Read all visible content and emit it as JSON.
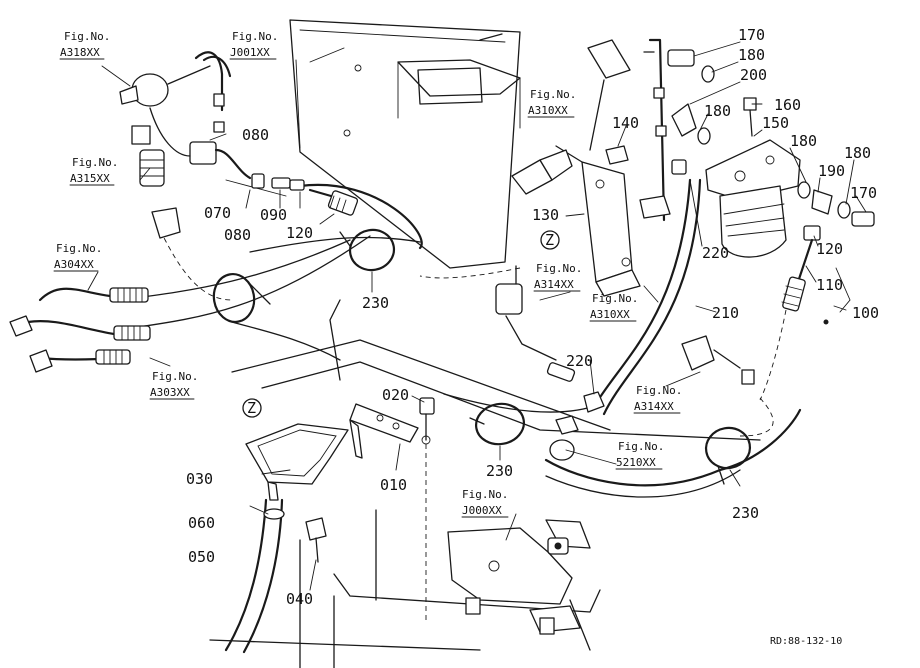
{
  "part_numbers": [
    {
      "id": "p010",
      "text": "010"
    },
    {
      "id": "p020",
      "text": "020"
    },
    {
      "id": "p030",
      "text": "030"
    },
    {
      "id": "p040",
      "text": "040"
    },
    {
      "id": "p050",
      "text": "050"
    },
    {
      "id": "p060",
      "text": "060"
    },
    {
      "id": "p070",
      "text": "070"
    },
    {
      "id": "p080a",
      "text": "080"
    },
    {
      "id": "p080b",
      "text": "080"
    },
    {
      "id": "p090",
      "text": "090"
    },
    {
      "id": "p100",
      "text": "100"
    },
    {
      "id": "p110",
      "text": "110"
    },
    {
      "id": "p120a",
      "text": "120"
    },
    {
      "id": "p120b",
      "text": "120"
    },
    {
      "id": "p130",
      "text": "130"
    },
    {
      "id": "p140",
      "text": "140"
    },
    {
      "id": "p150",
      "text": "150"
    },
    {
      "id": "p160",
      "text": "160"
    },
    {
      "id": "p170a",
      "text": "170"
    },
    {
      "id": "p170b",
      "text": "170"
    },
    {
      "id": "p180a",
      "text": "180"
    },
    {
      "id": "p180b",
      "text": "180"
    },
    {
      "id": "p180c",
      "text": "180"
    },
    {
      "id": "p180d",
      "text": "180"
    },
    {
      "id": "p190",
      "text": "190"
    },
    {
      "id": "p200",
      "text": "200"
    },
    {
      "id": "p210",
      "text": "210"
    },
    {
      "id": "p220a",
      "text": "220"
    },
    {
      "id": "p220b",
      "text": "220"
    },
    {
      "id": "p230a",
      "text": "230"
    },
    {
      "id": "p230b",
      "text": "230"
    },
    {
      "id": "p230c",
      "text": "230"
    }
  ],
  "figure_refs": [
    {
      "id": "A318XX",
      "label": "Fig.No.",
      "code": "A318XX"
    },
    {
      "id": "J001XX",
      "label": "Fig.No.",
      "code": "J001XX"
    },
    {
      "id": "A315XX",
      "label": "Fig.No.",
      "code": "A315XX"
    },
    {
      "id": "A304XX",
      "label": "Fig.No.",
      "code": "A304XX"
    },
    {
      "id": "A303XX",
      "label": "Fig.No.",
      "code": "A303XX"
    },
    {
      "id": "A310XXa",
      "label": "Fig.No.",
      "code": "A310XX"
    },
    {
      "id": "A310XXb",
      "label": "Fig.No.",
      "code": "A310XX"
    },
    {
      "id": "A314XXa",
      "label": "Fig.No.",
      "code": "A314XX"
    },
    {
      "id": "A314XXb",
      "label": "Fig.No.",
      "code": "A314XX"
    },
    {
      "id": "5210XX",
      "label": "Fig.No.",
      "code": "5210XX"
    },
    {
      "id": "J000XX",
      "label": "Fig.No.",
      "code": "J000XX"
    }
  ],
  "markers": {
    "z1": "Z",
    "z2": "Z"
  },
  "drawing_ref": "RD:88-132-10"
}
